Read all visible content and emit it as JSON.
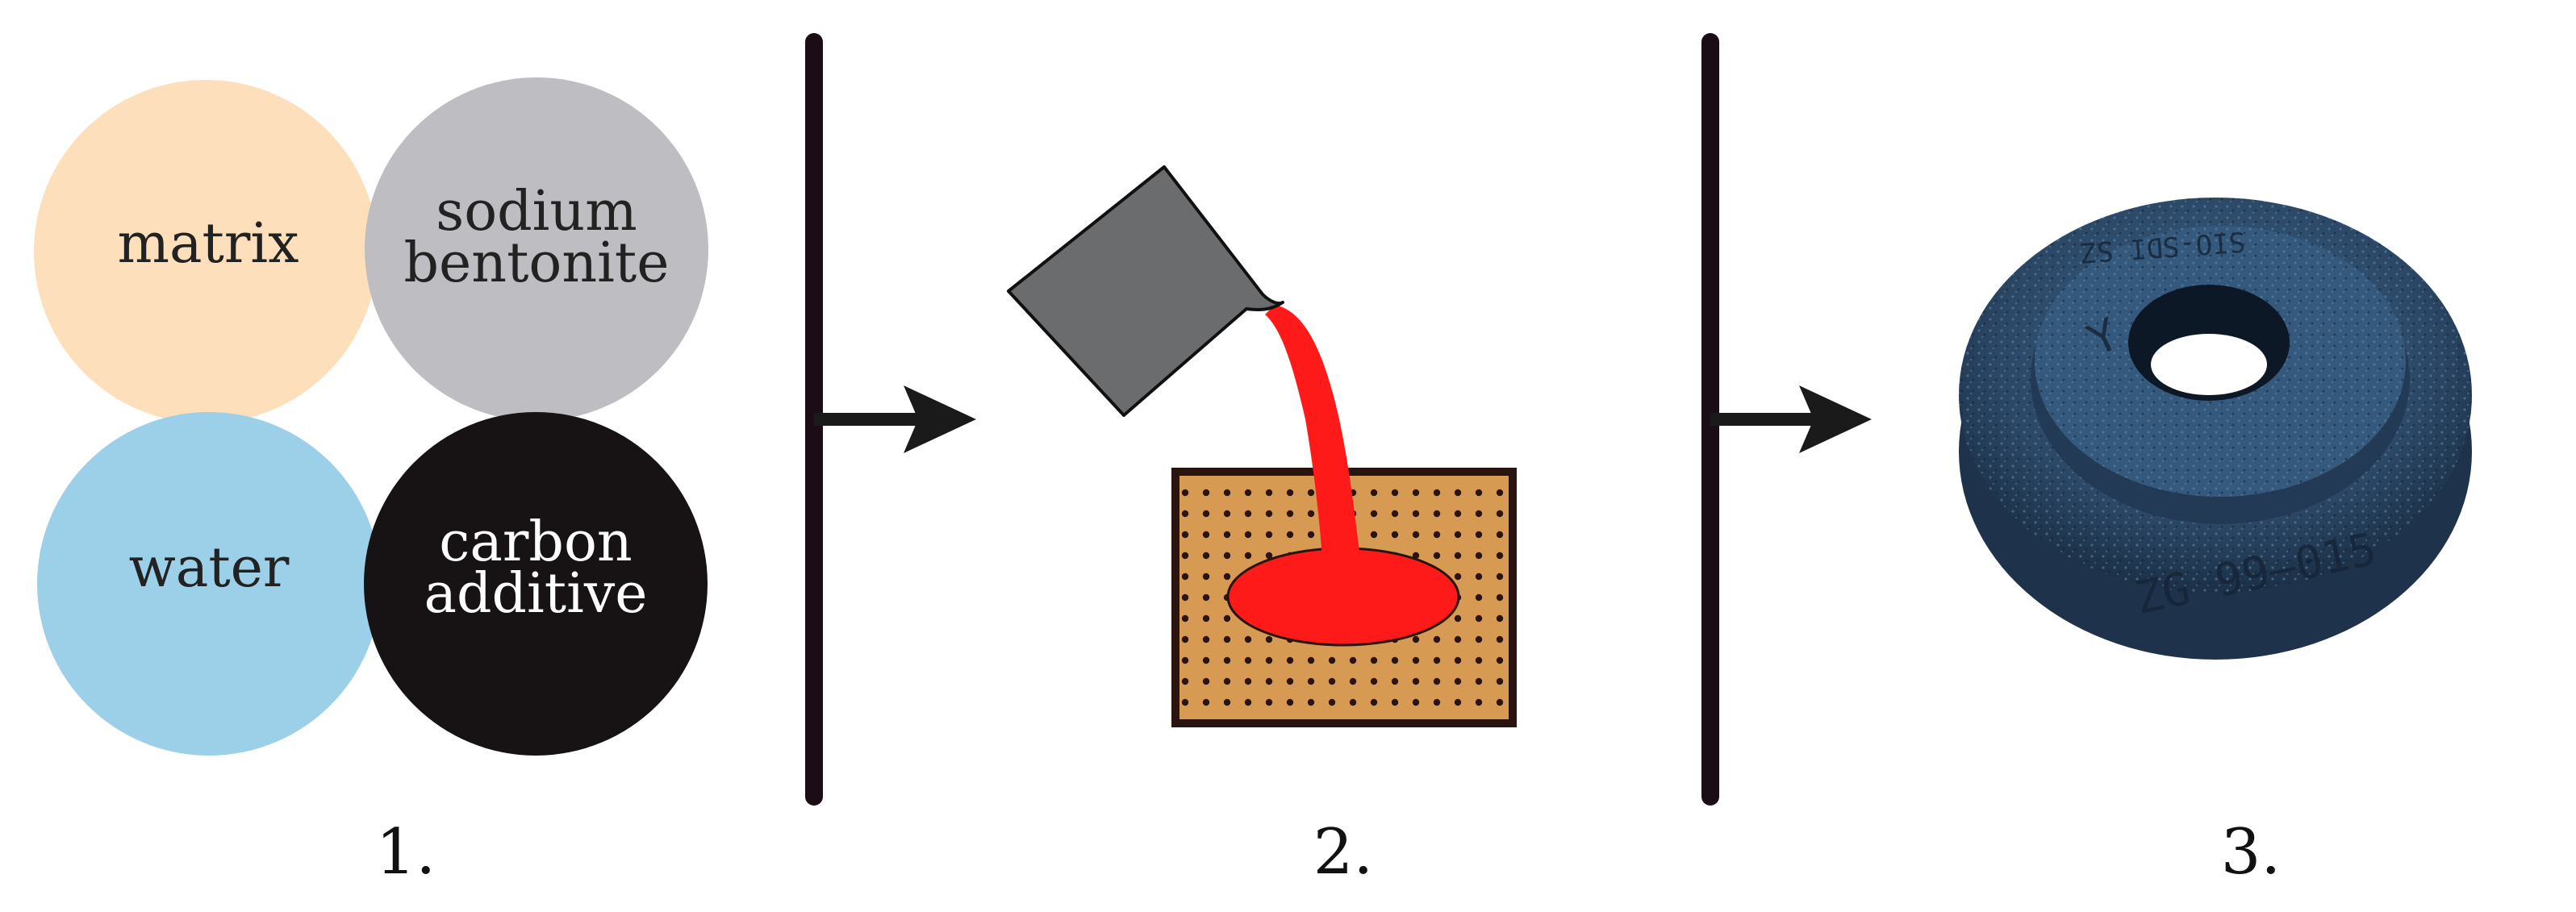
{
  "ingredients": [
    {
      "lines": [
        "matrix"
      ],
      "fill": "#fde0bb",
      "text_color": "#222222"
    },
    {
      "lines": [
        "sodium",
        "bentonite"
      ],
      "fill": "#bdbdc2",
      "text_color": "#222222"
    },
    {
      "lines": [
        "water"
      ],
      "fill": "#9cd0e8",
      "text_color": "#222222"
    },
    {
      "lines": [
        "carbon",
        "additive"
      ],
      "fill": "#171314",
      "text_color": "#ffffff"
    }
  ],
  "steps": [
    "1.",
    "2.",
    "3."
  ],
  "colors": {
    "divider": "#1b0d16",
    "arrow": "#1a1a1a",
    "ladle": "#6b6c6e",
    "molten_metal": "#ff1a1a",
    "sand_mold": "#d79a52",
    "mold_border": "#2a1410",
    "casting": "#2e4a68"
  },
  "casting_markings": [
    "ZG 99–015",
    "SIO-SDI SZ",
    "Y"
  ]
}
